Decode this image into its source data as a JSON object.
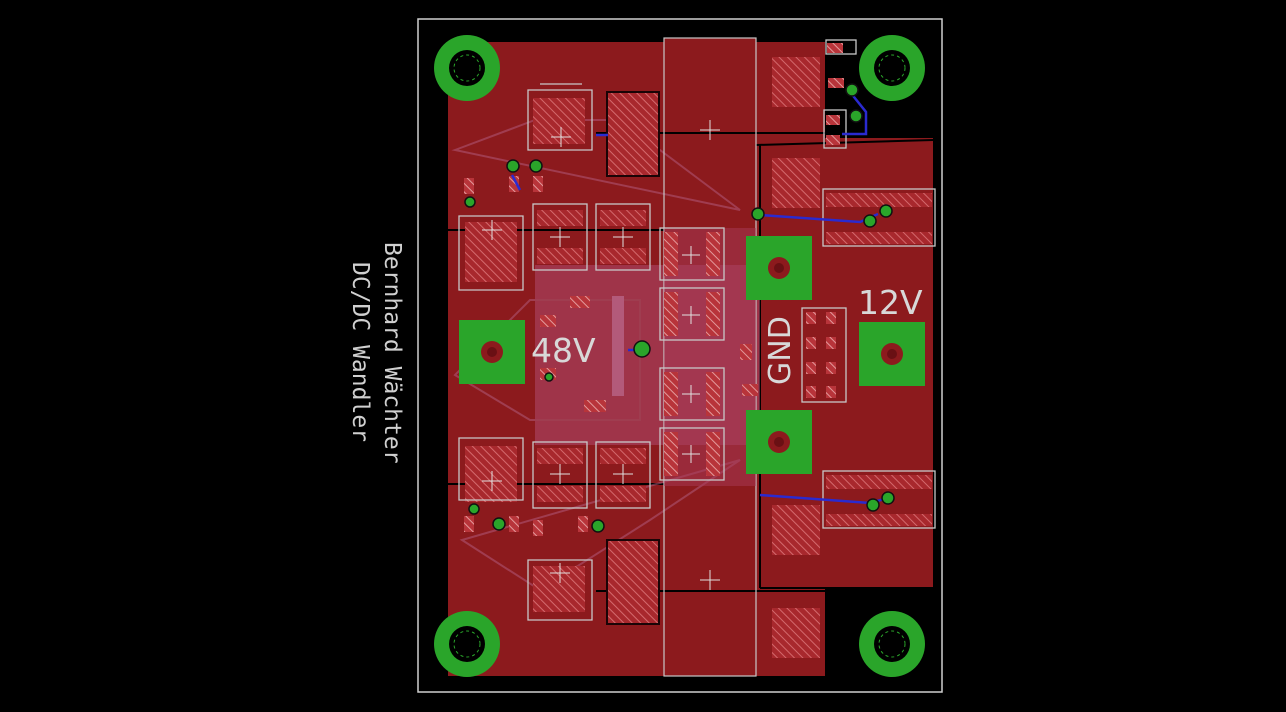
{
  "board": {
    "silk_author": "Bernhard Wächter",
    "silk_title": "DC/DC Wandler",
    "label_input": "48V",
    "label_output": "12V",
    "label_ground": "GND"
  },
  "colors": {
    "background": "#000000",
    "board_outline": "#cfcfcf",
    "copper_top": "#8c1a1d",
    "copper_hatch": "#c24a4f",
    "pads_green": "#2aa52a",
    "via_blue": "#2a2ad0",
    "silkscreen": "#c8c8c8"
  }
}
